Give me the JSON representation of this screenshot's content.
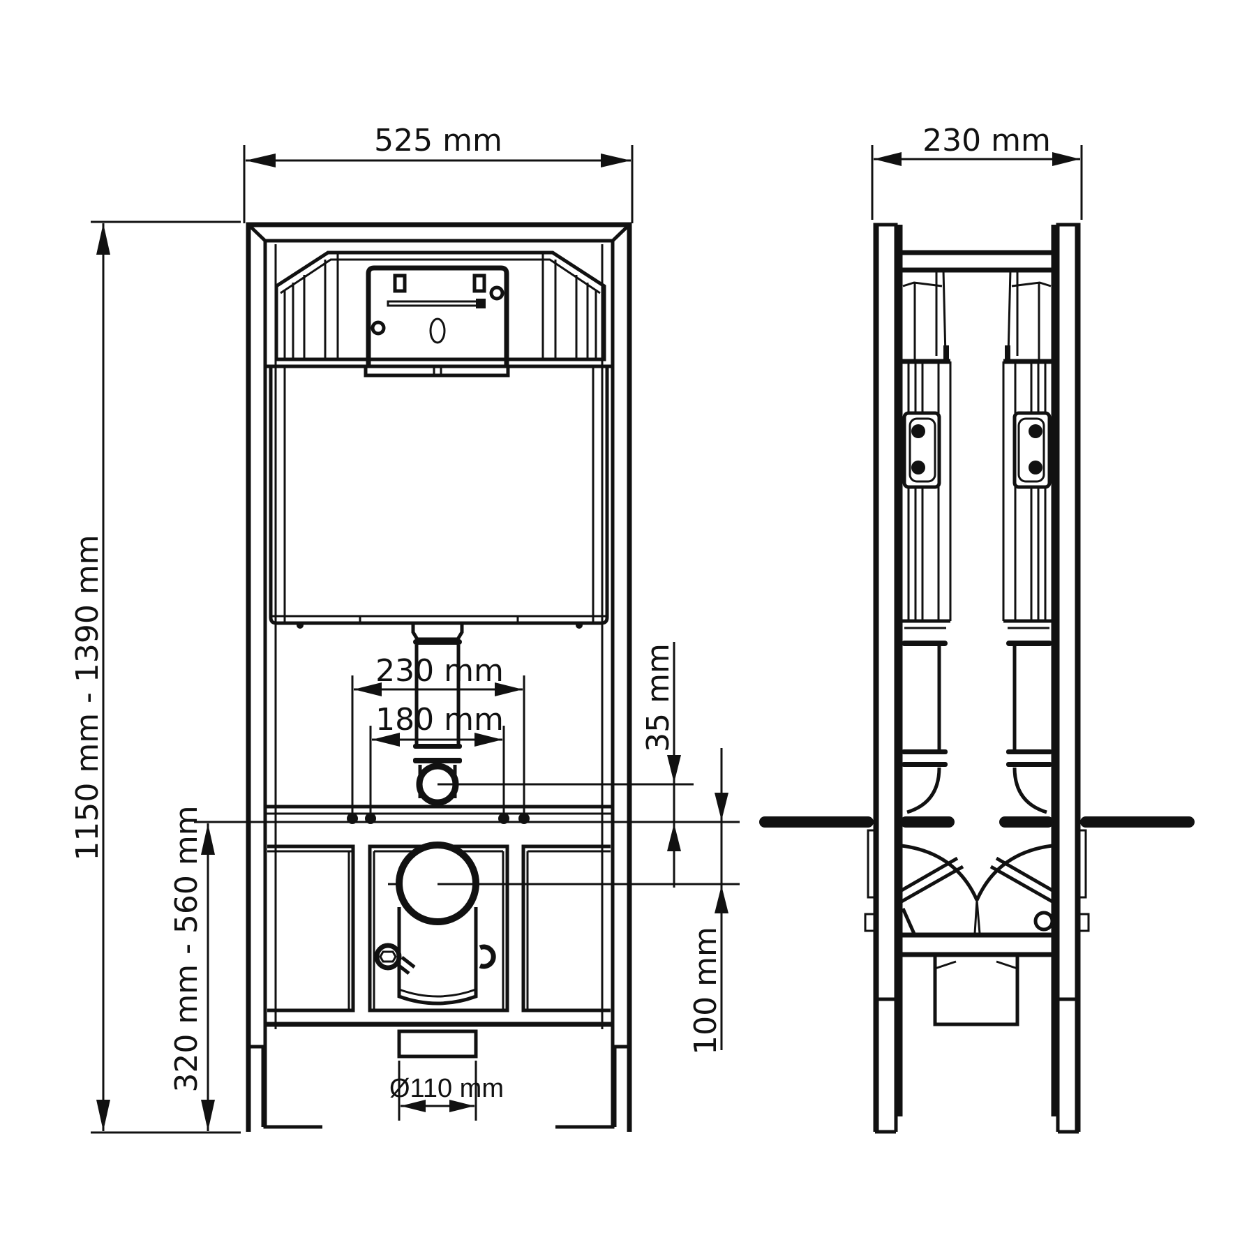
{
  "drawing": {
    "type": "technical-dimension-drawing",
    "subject": "wall-hung toilet installation frame",
    "views": [
      "front-view",
      "side-view"
    ],
    "line_color": "#111111",
    "background": "#ffffff"
  },
  "front_view": {
    "dimensions": {
      "overall_width": "525 mm",
      "overall_height": "1150 mm - 1390 mm",
      "bolt_spacing_outer": "230 mm",
      "bolt_spacing_inner": "180 mm",
      "flush_pipe_offset": "35 mm",
      "drain_height": "320 mm - 560 mm",
      "drain_offset": "100 mm",
      "drain_diameter": "Ø110 mm"
    }
  },
  "side_view": {
    "dimensions": {
      "depth": "230 mm"
    }
  }
}
